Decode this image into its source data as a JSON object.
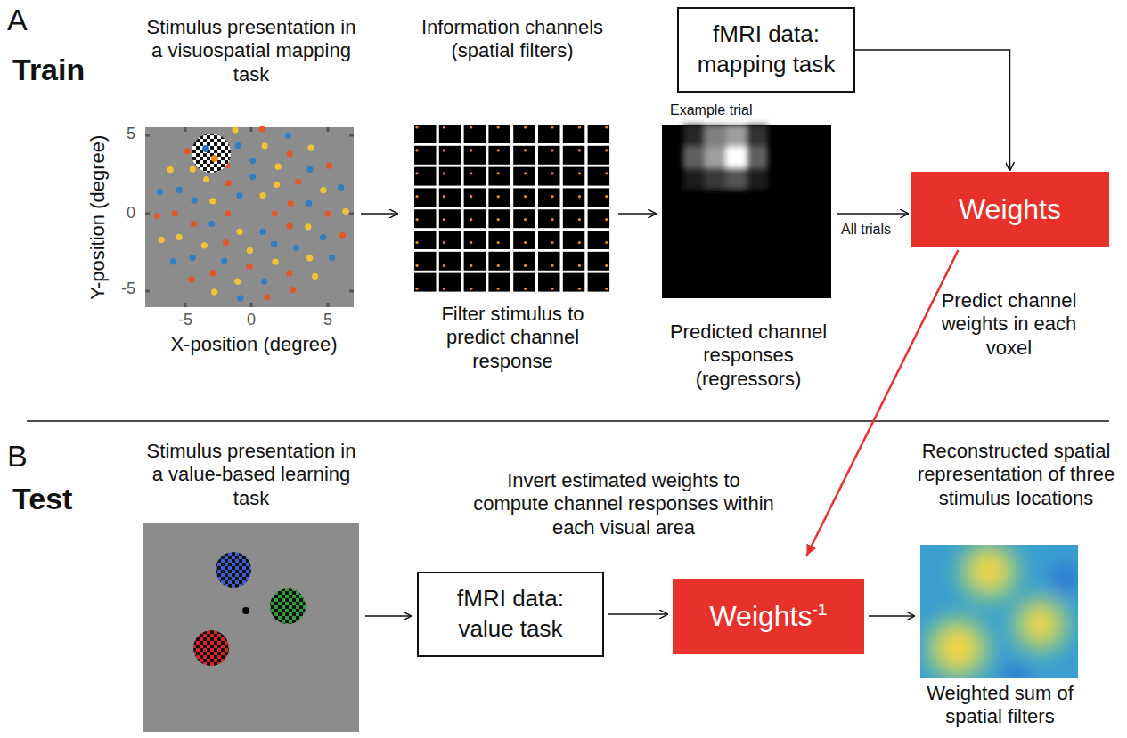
{
  "diagram": {
    "nodes": [
      {
        "text": [
          "fMRI data: mapping task"
        ]
      },
      {
        "text": [
          "Weights"
        ]
      },
      {
        "text": [
          "fMRI data: value task"
        ]
      },
      {
        "text": [
          "Weights",
          "-1"
        ]
      }
    ],
    "edges": [
      {
        "from": 0,
        "to": 1,
        "arrow": "to"
      },
      {
        "from": 1,
        "to": 3,
        "arrow": "to"
      },
      {
        "from": 2,
        "to": 3,
        "arrow": "to"
      }
    ],
    "labels": [
      "A",
      "Train",
      "Stimulus presentation in a visuospatial mapping task",
      "Information channels (spatial filters)",
      "Example trial",
      "5",
      "0",
      "-5",
      "-5",
      "0",
      "5",
      "Y-position (degree)",
      "X-position (degree)",
      "Filter stimulus to predict channel response",
      "Predicted channel responses (regressors)",
      "All trials",
      "Predict channel weights in each voxel",
      "B",
      "Test",
      "Stimulus presentation in a value-based learning task",
      "Invert estimated weights to compute channel responses within each visual area",
      "Reconstructed spatial representation of three stimulus locations",
      "Weighted sum of spatial filters"
    ]
  }
}
